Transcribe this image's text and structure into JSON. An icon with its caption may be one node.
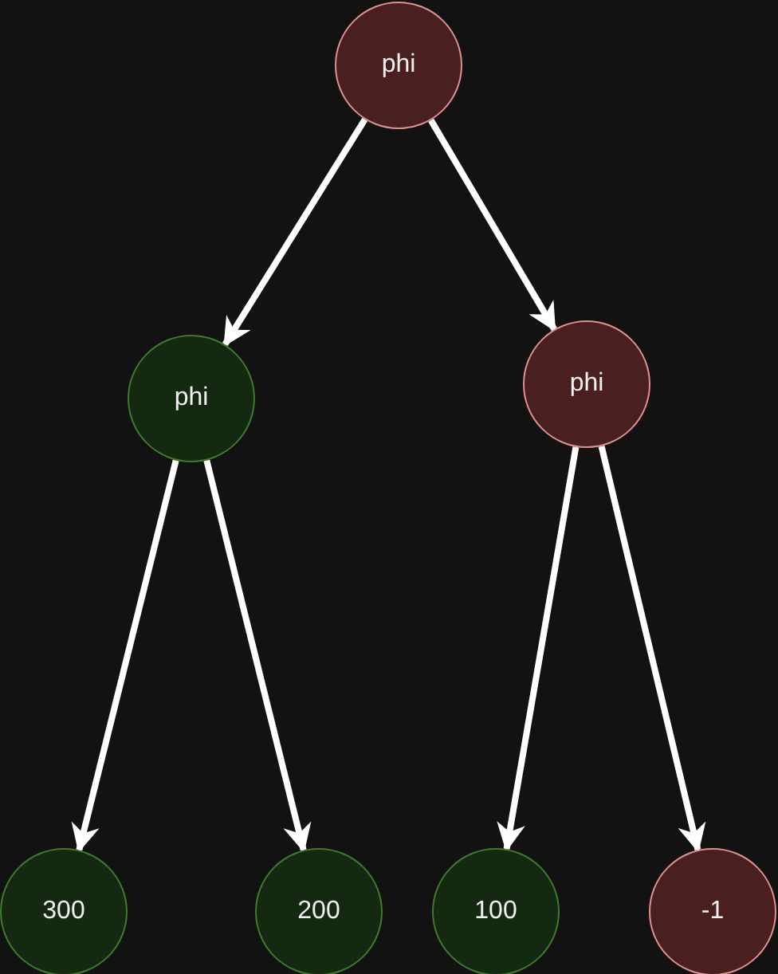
{
  "diagram": {
    "nodes": [
      {
        "text": [
          "phi"
        ]
      },
      {
        "text": [
          "phi"
        ]
      },
      {
        "text": [
          "phi"
        ]
      },
      {
        "text": [
          "300"
        ]
      },
      {
        "text": [
          "200"
        ]
      },
      {
        "text": [
          "100"
        ]
      },
      {
        "text": [
          "-1"
        ]
      }
    ],
    "edges": [
      {
        "from": 0,
        "to": 1,
        "arrow": "to"
      },
      {
        "from": 0,
        "to": 2,
        "arrow": "to"
      },
      {
        "from": 1,
        "to": 3,
        "arrow": "to"
      },
      {
        "from": 1,
        "to": 4,
        "arrow": "to"
      },
      {
        "from": 2,
        "to": 5,
        "arrow": "to"
      },
      {
        "from": 2,
        "to": 6,
        "arrow": "to"
      }
    ]
  }
}
